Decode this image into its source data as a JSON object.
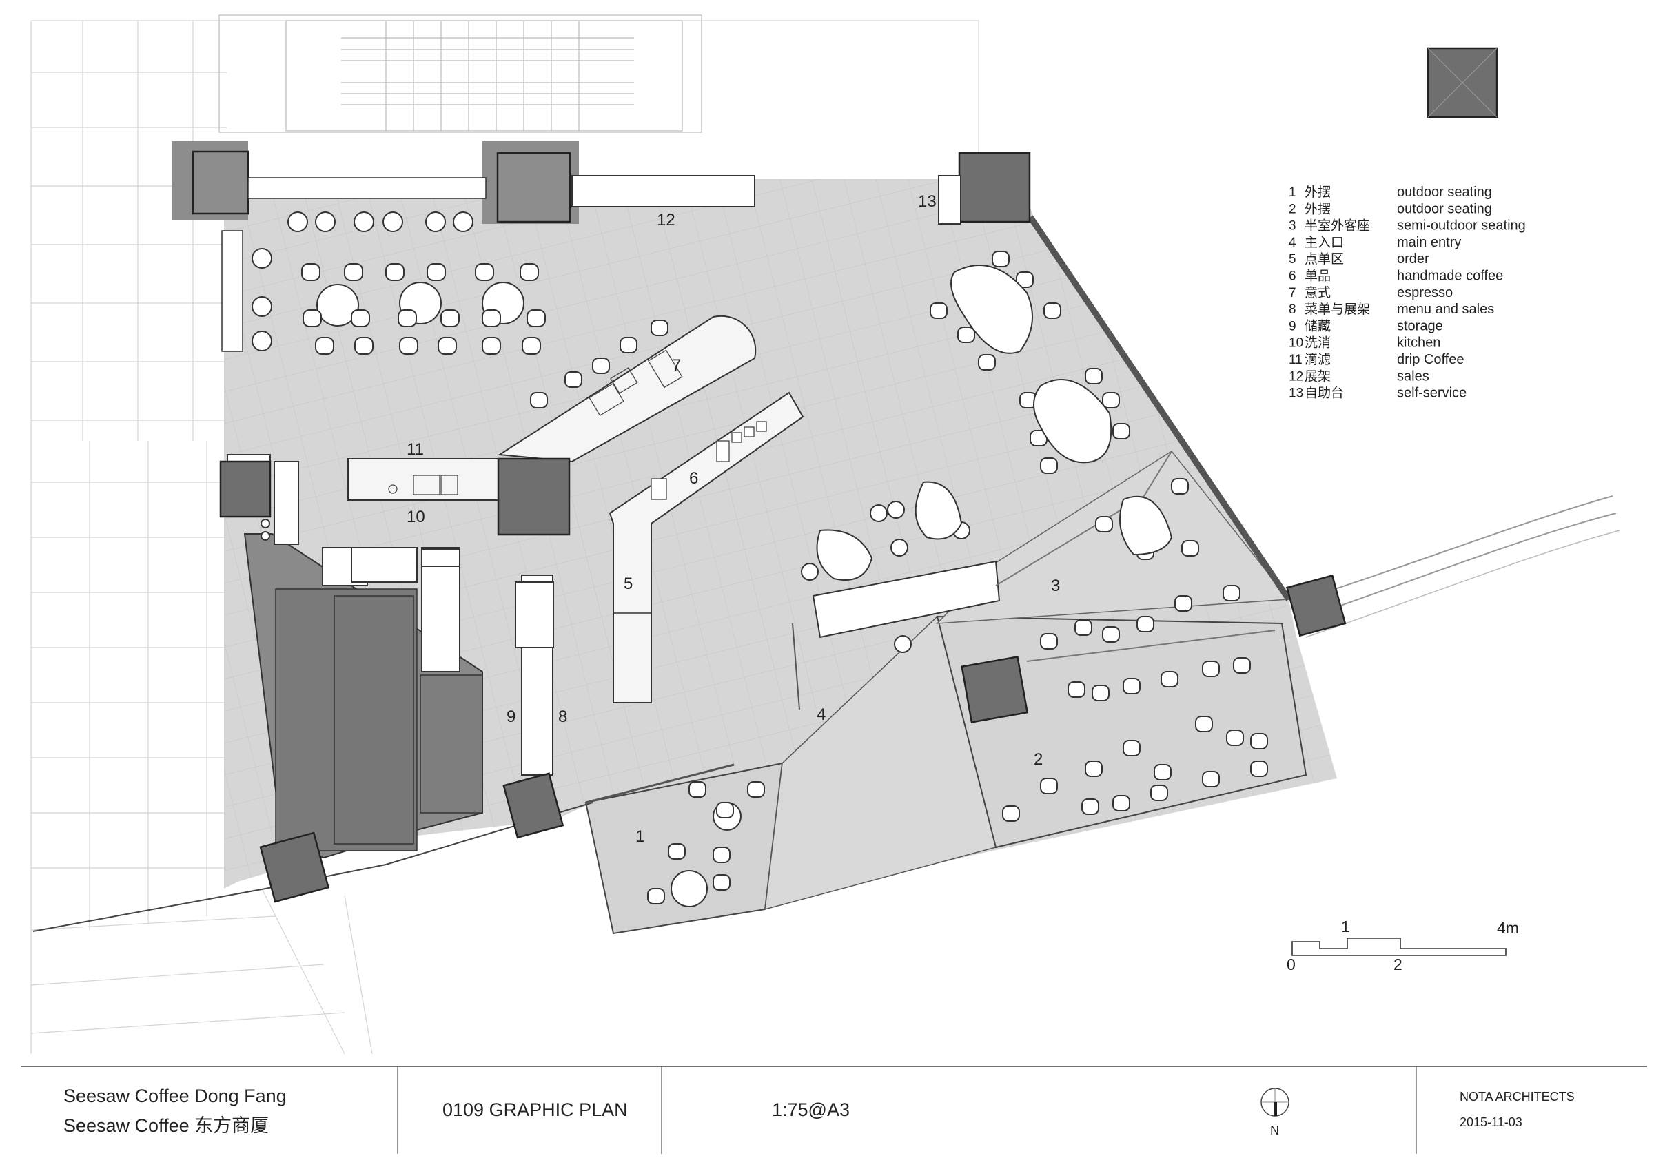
{
  "plan": {
    "zone_labels": [
      {
        "id": "1",
        "text": "1"
      },
      {
        "id": "2",
        "text": "2"
      },
      {
        "id": "3",
        "text": "3"
      },
      {
        "id": "4",
        "text": "4"
      },
      {
        "id": "5",
        "text": "5"
      },
      {
        "id": "6",
        "text": "6"
      },
      {
        "id": "7",
        "text": "7"
      },
      {
        "id": "8",
        "text": "8"
      },
      {
        "id": "9",
        "text": "9"
      },
      {
        "id": "10",
        "text": "10"
      },
      {
        "id": "11",
        "text": "11"
      },
      {
        "id": "12",
        "text": "12"
      },
      {
        "id": "13",
        "text": "13"
      }
    ]
  },
  "legend": [
    {
      "num": "1",
      "cn": "外摆",
      "en": "outdoor seating"
    },
    {
      "num": "2",
      "cn": "外摆",
      "en": "outdoor seating"
    },
    {
      "num": "3",
      "cn": "半室外客座",
      "en": "semi-outdoor seating"
    },
    {
      "num": "4",
      "cn": "主入口",
      "en": "main entry"
    },
    {
      "num": "5",
      "cn": "点单区",
      "en": "order"
    },
    {
      "num": "6",
      "cn": "单品",
      "en": "handmade coffee"
    },
    {
      "num": "7",
      "cn": "意式",
      "en": "espresso"
    },
    {
      "num": "8",
      "cn": "菜单与展架",
      "en": "menu and sales"
    },
    {
      "num": "9",
      "cn": "储藏",
      "en": "storage"
    },
    {
      "num": "10",
      "cn": "洗消",
      "en": "kitchen"
    },
    {
      "num": "11",
      "cn": "滴滤",
      "en": "drip Coffee"
    },
    {
      "num": "12",
      "cn": "展架",
      "en": "sales"
    },
    {
      "num": "13",
      "cn": "自助台",
      "en": "self-service"
    }
  ],
  "scale_bar": {
    "labels": [
      "0",
      "1",
      "2",
      "4m"
    ]
  },
  "north_label": "N",
  "title_block": {
    "project_line1": "Seesaw Coffee Dong Fang",
    "project_line2": "Seesaw Coffee 东方商厦",
    "drawing_title": "0109 GRAPHIC PLAN",
    "scale": "1:75@A3",
    "firm": "NOTA ARCHITECTS",
    "date": "2015-11-03"
  },
  "colors": {
    "floor": "#dcdcdc",
    "column": "#6f6f6f",
    "dark_room": "#8a8a8a",
    "line": "#222222",
    "grid": "#cfcfcf"
  }
}
